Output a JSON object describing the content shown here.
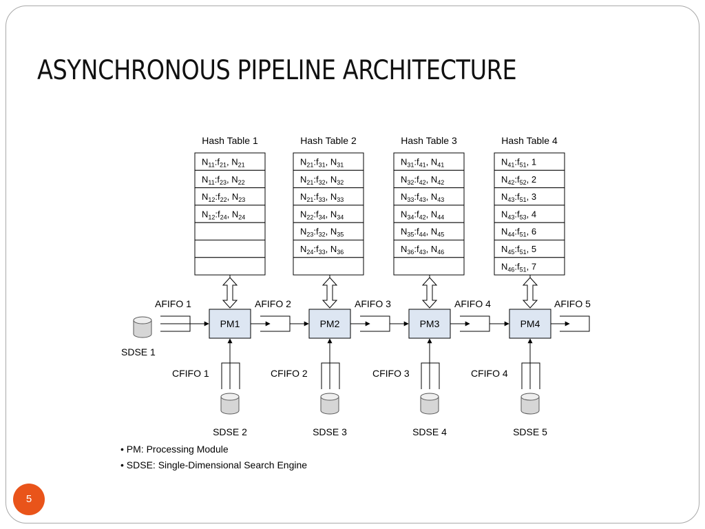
{
  "slide": {
    "title": "ASYNCHRONOUS PIPELINE ARCHITECTURE",
    "page_number": "5"
  },
  "hash_tables": [
    {
      "title": "Hash Table 1",
      "rows": [
        {
          "base": "N",
          "sub1": "11",
          "mid": ":f",
          "sub2": "21",
          "tail": ", N",
          "sub3": "21"
        },
        {
          "base": "N",
          "sub1": "11",
          "mid": ":f",
          "sub2": "23",
          "tail": ", N",
          "sub3": "22"
        },
        {
          "base": "N",
          "sub1": "12",
          "mid": ":f",
          "sub2": "22",
          "tail": ", N",
          "sub3": "23"
        },
        {
          "base": "N",
          "sub1": "12",
          "mid": ":f",
          "sub2": "24",
          "tail": ", N",
          "sub3": "24"
        },
        null,
        null,
        null
      ]
    },
    {
      "title": "Hash Table 2",
      "rows": [
        {
          "base": "N",
          "sub1": "21",
          "mid": ":f",
          "sub2": "31",
          "tail": ", N",
          "sub3": "31"
        },
        {
          "base": "N",
          "sub1": "21",
          "mid": ":f",
          "sub2": "32",
          "tail": ", N",
          "sub3": "32"
        },
        {
          "base": "N",
          "sub1": "21",
          "mid": ":f",
          "sub2": "33",
          "tail": ", N",
          "sub3": "33"
        },
        {
          "base": "N",
          "sub1": "22",
          "mid": ":f",
          "sub2": "34",
          "tail": ", N",
          "sub3": "34"
        },
        {
          "base": "N",
          "sub1": "23",
          "mid": ":f",
          "sub2": "32",
          "tail": ", N",
          "sub3": "35"
        },
        {
          "base": "N",
          "sub1": "24",
          "mid": ":f",
          "sub2": "33",
          "tail": ", N",
          "sub3": "36"
        },
        null
      ]
    },
    {
      "title": "Hash Table 3",
      "rows": [
        {
          "base": "N",
          "sub1": "31",
          "mid": ":f",
          "sub2": "41",
          "tail": ", N",
          "sub3": "41"
        },
        {
          "base": "N",
          "sub1": "32",
          "mid": ":f",
          "sub2": "42",
          "tail": ", N",
          "sub3": "42"
        },
        {
          "base": "N",
          "sub1": "33",
          "mid": ":f",
          "sub2": "43",
          "tail": ", N",
          "sub3": "43"
        },
        {
          "base": "N",
          "sub1": "34",
          "mid": ":f",
          "sub2": "42",
          "tail": ", N",
          "sub3": "44"
        },
        {
          "base": "N",
          "sub1": "35",
          "mid": ":f",
          "sub2": "44",
          "tail": ", N",
          "sub3": "45"
        },
        {
          "base": "N",
          "sub1": "36",
          "mid": ":f",
          "sub2": "43",
          "tail": ", N",
          "sub3": "46"
        },
        null
      ]
    },
    {
      "title": "Hash Table 4",
      "rows": [
        {
          "base": "N",
          "sub1": "41",
          "mid": ":f",
          "sub2": "51",
          "tail": ", 1",
          "sub3": ""
        },
        {
          "base": "N",
          "sub1": "42",
          "mid": ":f",
          "sub2": "52",
          "tail": ", 2",
          "sub3": ""
        },
        {
          "base": "N",
          "sub1": "43",
          "mid": ":f",
          "sub2": "51",
          "tail": ", 3",
          "sub3": ""
        },
        {
          "base": "N",
          "sub1": "43",
          "mid": ":f",
          "sub2": "53",
          "tail": ", 4",
          "sub3": ""
        },
        {
          "base": "N",
          "sub1": "44",
          "mid": ":f",
          "sub2": "51",
          "tail": ", 6",
          "sub3": ""
        },
        {
          "base": "N",
          "sub1": "45",
          "mid": ":f",
          "sub2": "51",
          "tail": ", 5",
          "sub3": ""
        },
        {
          "base": "N",
          "sub1": "46",
          "mid": ":f",
          "sub2": "51",
          "tail": ", 7",
          "sub3": ""
        }
      ]
    }
  ],
  "processing_modules": [
    "PM1",
    "PM2",
    "PM3",
    "PM4"
  ],
  "afifos": [
    "AFIFO 1",
    "AFIFO 2",
    "AFIFO 3",
    "AFIFO 4",
    "AFIFO 5"
  ],
  "cfifos": [
    "CFIFO 1",
    "CFIFO 2",
    "CFIFO 3",
    "CFIFO 4"
  ],
  "sdses": [
    "SDSE 1",
    "SDSE 2",
    "SDSE 3",
    "SDSE 4",
    "SDSE 5"
  ],
  "legend": [
    "• PM: Processing Module",
    "• SDSE: Single-Dimensional Search Engine"
  ],
  "colors": {
    "pm_fill": "#dde6f2",
    "page_badge": "#e9541a",
    "db_fill": "#d6d6d6"
  }
}
